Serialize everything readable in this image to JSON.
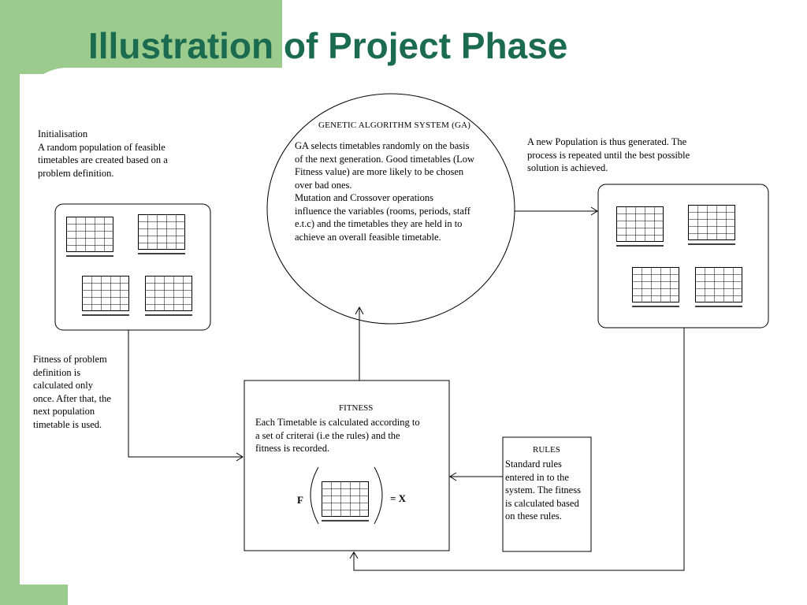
{
  "slide": {
    "title": "Illustration of Project Phase",
    "title_color": "#1a6b4f",
    "accent_color": "#9ccb8e"
  },
  "diagram": {
    "initialisation": {
      "heading": "Initialisation",
      "lines": [
        "A random population of feasible",
        "timetables are created based on a",
        "problem definition."
      ]
    },
    "ga": {
      "title": "GENETIC ALGORITHM SYSTEM (GA)",
      "lines": [
        "GA selects timetables randomly on the basis",
        "of the next generation. Good timetables (Low",
        "Fitness value) are more likely to be chosen",
        "over bad ones.",
        "Mutation and Crossover operations",
        "influence the variables (rooms, periods, staff",
        "e.t.c) and the timetables they are held in to",
        "achieve an overall feasible timetable."
      ]
    },
    "new_population": {
      "lines": [
        "A new Population is thus generated. The",
        "process is repeated until the best possible",
        "solution is achieved."
      ]
    },
    "fitness_note": {
      "lines": [
        "Fitness of problem",
        "definition is",
        "calculated only",
        "once. After that, the",
        "next population",
        "timetable is used."
      ]
    },
    "fitness": {
      "title": "FITNESS",
      "lines": [
        "Each Timetable is calculated according to",
        "a set of criterai (i.e the rules) and the",
        "fitness is recorded."
      ],
      "formula_f": "F",
      "formula_eq": "= X"
    },
    "rules": {
      "title": "RULES",
      "lines": [
        "Standard rules",
        "entered in to the",
        "system. The fitness",
        "is calculated based",
        "on these rules."
      ]
    }
  }
}
